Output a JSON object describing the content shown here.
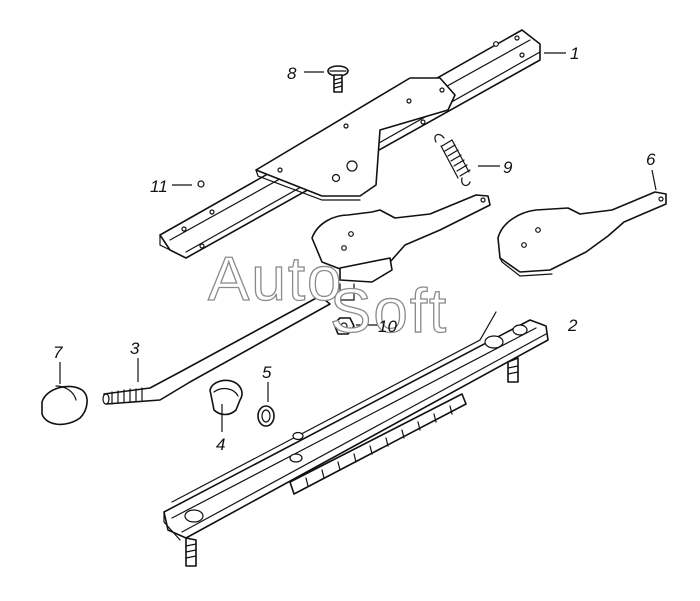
{
  "watermark": {
    "left": "Auto",
    "right": "Soft"
  },
  "callouts": {
    "c1": "1",
    "c2": "2",
    "c3": "3",
    "c4": "4",
    "c5": "5",
    "c6": "6",
    "c7": "7",
    "c8": "8",
    "c9": "9",
    "c10": "10",
    "c11": "11"
  },
  "colors": {
    "line": "#111111",
    "watermark_outline": "#8a8a8a",
    "background": "#ffffff"
  }
}
